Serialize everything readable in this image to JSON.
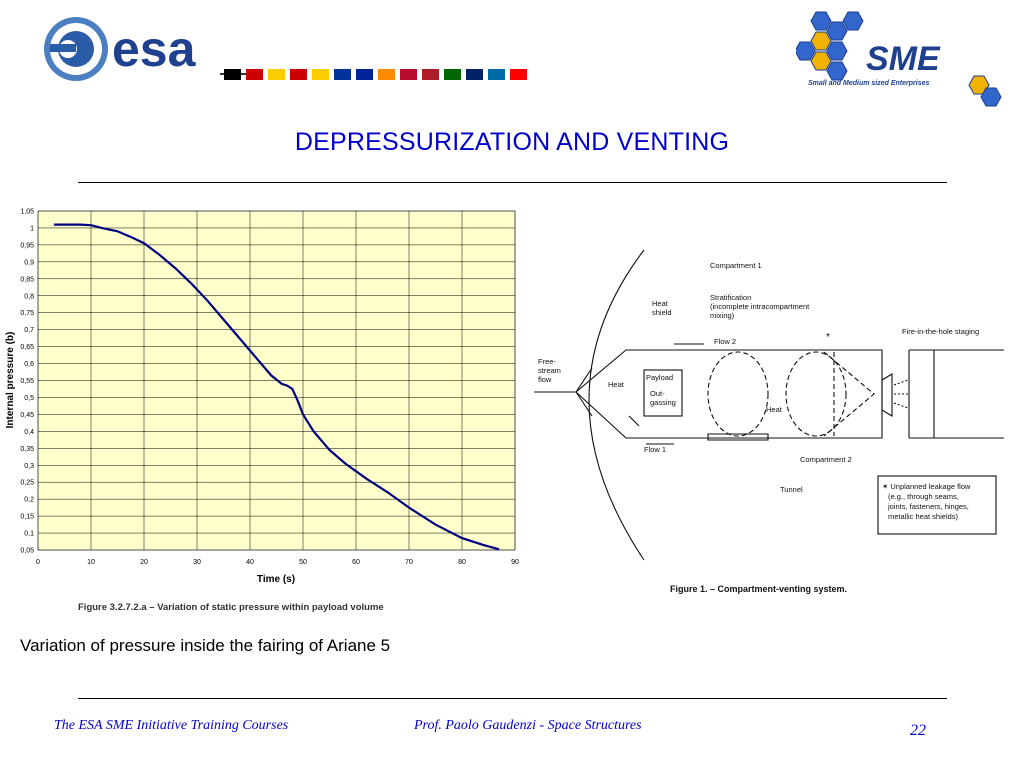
{
  "header": {
    "esa_logo_text": "esa",
    "sme_logo_text": "SME",
    "sme_tagline": "Small and Medium sized Enterprises",
    "flags": [
      "#000000",
      "#cc0000",
      "#ffcc00",
      "#cc0000",
      "#ffcc00",
      "#003399",
      "#002395",
      "#ff8c00",
      "#ba0c2f",
      "#ae1c28",
      "#006600",
      "#012169",
      "#006aa7",
      "#ff0000"
    ]
  },
  "slide": {
    "title": "DEPRESSURIZATION AND VENTING"
  },
  "chart_data": {
    "type": "line",
    "title": "",
    "xlabel": "Time (s)",
    "ylabel": "Internal pressure (b)",
    "caption": "Figure 3.2.7.2.a – Variation of static pressure within payload volume",
    "xlim": [
      0,
      90
    ],
    "ylim": [
      0.05,
      1.05
    ],
    "x_ticks": [
      "0",
      "10",
      "20",
      "30",
      "40",
      "50",
      "60",
      "70",
      "80",
      "90"
    ],
    "y_ticks": [
      "0,05",
      "0,1",
      "0,15",
      "0,2",
      "0,25",
      "0,3",
      "0,35",
      "0,4",
      "0,45",
      "0,5",
      "0,55",
      "0,6",
      "0,65",
      "0,7",
      "0,75",
      "0,8",
      "0,85",
      "0,9",
      "0,95",
      "1",
      "1,05"
    ],
    "grid": true,
    "background": "#ffffcc",
    "line_color": "#000080",
    "series": [
      {
        "name": "",
        "x": [
          3,
          5,
          8,
          10,
          12,
          15,
          18,
          20,
          23,
          26,
          29,
          32,
          35,
          38,
          41,
          44,
          46,
          47,
          48,
          49,
          50,
          52,
          55,
          58,
          62,
          66,
          70,
          75,
          80,
          84,
          87
        ],
        "y": [
          1.01,
          1.01,
          1.01,
          1.008,
          1.0,
          0.99,
          0.97,
          0.955,
          0.92,
          0.88,
          0.835,
          0.785,
          0.73,
          0.675,
          0.62,
          0.565,
          0.54,
          0.535,
          0.525,
          0.49,
          0.45,
          0.4,
          0.345,
          0.305,
          0.26,
          0.22,
          0.175,
          0.125,
          0.085,
          0.065,
          0.052
        ]
      }
    ]
  },
  "diagram": {
    "labels": {
      "free_stream": [
        "Free-",
        "stream",
        "flow"
      ],
      "compartment1": "Compartment 1",
      "heat_shield": [
        "Heat",
        "shield"
      ],
      "stratification": [
        "Stratification",
        "(incomplete intracompartment",
        "mixing)"
      ],
      "flow2": "Flow 2",
      "fire_in_hole": "Fire-in-the-hole staging",
      "payload": "Payload",
      "outgassing": [
        "Out-",
        "gassing"
      ],
      "heat_left": "Heat",
      "heat_right": "Heat",
      "flow1": "Flow 1",
      "compartment2": "Compartment 2",
      "tunnel": "Tunnel",
      "legend": [
        "✶ Unplanned leakage flow",
        "(e.g., through seams,",
        "joints, fasteners, hinges,",
        "metallic heat shields)"
      ],
      "star": "*",
      "figure_caption": "Figure 1. – Compartment-venting system."
    }
  },
  "caption": "Variation of pressure inside the fairing of Ariane 5",
  "footer": {
    "left": "The ESA SME Initiative Training Courses",
    "center": "Prof. Paolo Gaudenzi  -  Space Structures",
    "page": "22"
  }
}
